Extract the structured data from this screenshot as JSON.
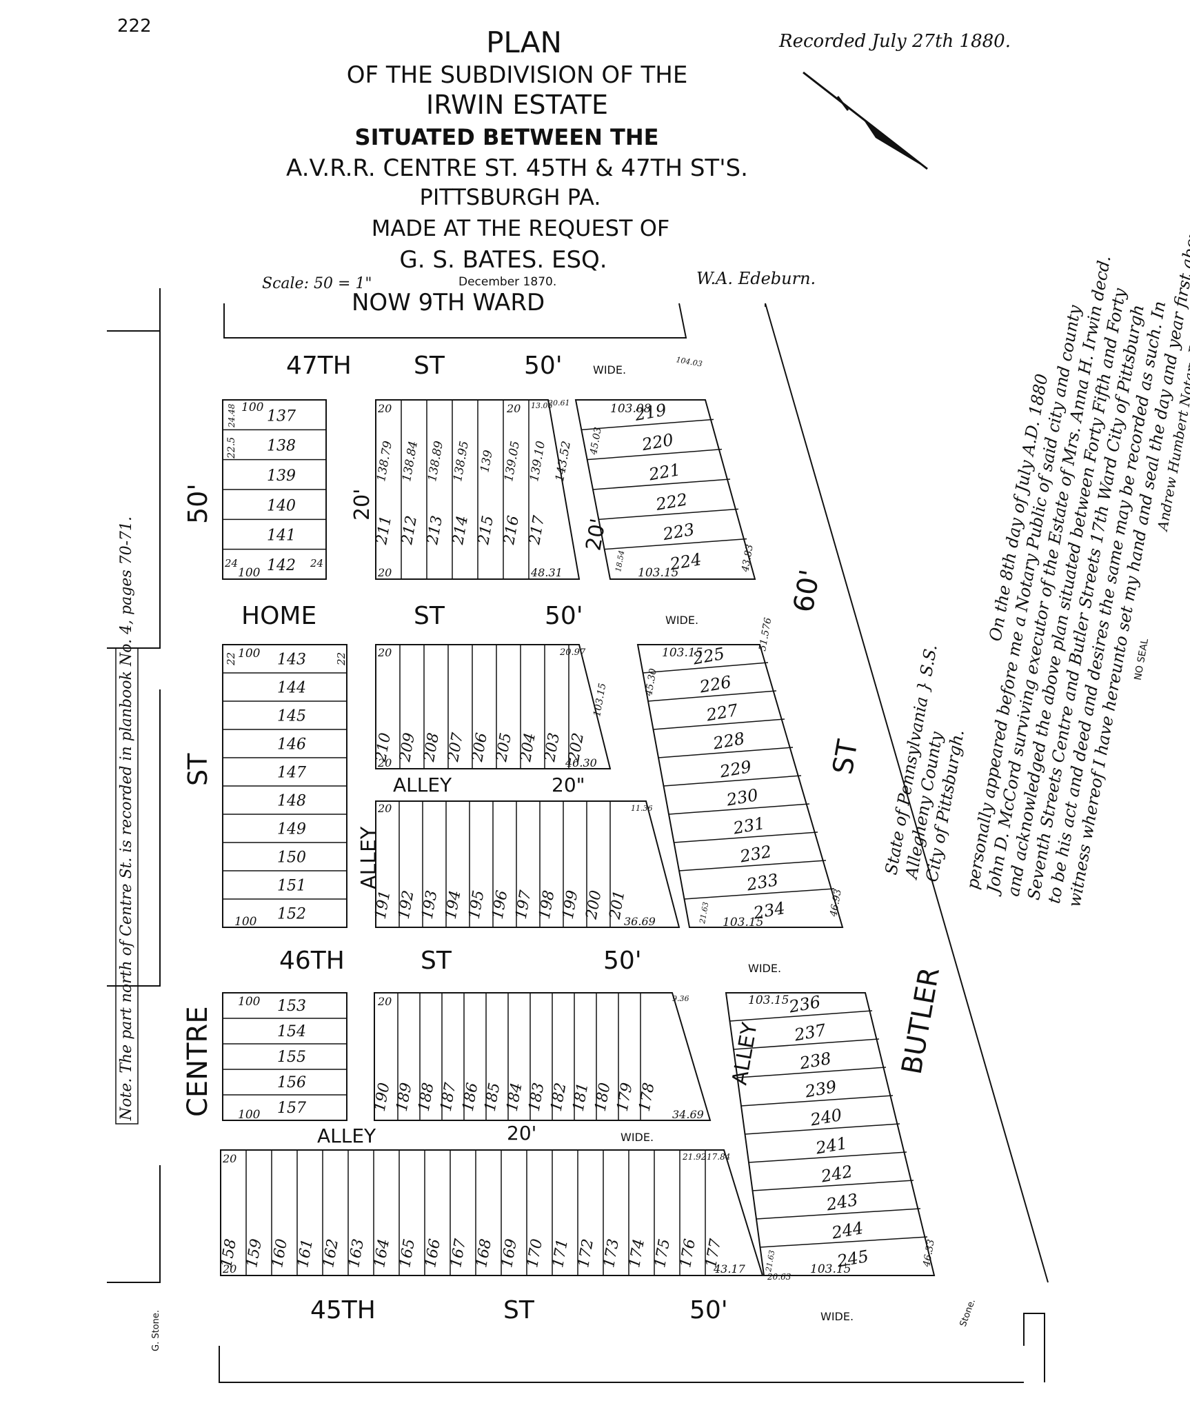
{
  "page_number": "222",
  "recorded": "Recorded July 27th 1880.",
  "title": {
    "l1": "PLAN",
    "l2": "OF THE SUBDIVISION OF THE",
    "l3": "IRWIN ESTATE",
    "l4": "SITUATED BETWEEN THE",
    "l5": "A.V.R.R. CENTRE ST. 45TH & 47TH ST'S.",
    "l6": "PITTSBURGH PA.",
    "l7": "MADE AT THE REQUEST OF",
    "l8": "G. S. BATES. ESQ."
  },
  "scale": "Scale: 50 = 1\"",
  "date": "December 1870.",
  "surveyor": "W.A. Edeburn.",
  "ward_stamp": "NOW 9TH WARD",
  "streets": {
    "st47": "47TH",
    "st47_st": "ST",
    "st47_w": "50'",
    "st47_wide": "WIDE.",
    "home": "HOME",
    "home_st": "ST",
    "home_w": "50'",
    "home_wide": "WIDE.",
    "st46": "46TH",
    "st46_st": "ST",
    "st46_w": "50'",
    "st46_wide": "WIDE.",
    "st45": "45TH",
    "st45_st": "ST",
    "st45_w": "50'",
    "st45_wide": "WIDE.",
    "centre_w": "50'",
    "centre_st": "ST",
    "centre": "CENTRE",
    "butler_w": "60'",
    "butler_st": "ST",
    "butler": "BUTLER",
    "alley_mid": "ALLEY",
    "alley_mid_w": "20\"",
    "alley_low": "ALLEY",
    "alley_low_w": "20'",
    "alley_low_wide": "WIDE.",
    "alley_v1": "ALLEY",
    "alley_v2": "ALLEY",
    "alley_top_w": "20'",
    "alley_mid_v_w": "20'"
  },
  "note": "Note. The part north of Centre St. is recorded in planbook No. 4, pages 70-71.",
  "lots": {
    "a": [
      "137",
      "138",
      "139",
      "140",
      "141",
      "142"
    ],
    "b": [
      "211",
      "212",
      "213",
      "214",
      "215",
      "216",
      "217"
    ],
    "b_dims": [
      "138.79",
      "138.84",
      "138.89",
      "138.95",
      "139",
      "139.05",
      "139.10",
      "143.52"
    ],
    "c": [
      "219",
      "220",
      "221",
      "222",
      "223",
      "224"
    ],
    "d": [
      "143",
      "144",
      "145",
      "146",
      "147",
      "148",
      "149",
      "150",
      "151",
      "152"
    ],
    "e": [
      "210",
      "209",
      "208",
      "207",
      "206",
      "205",
      "204",
      "203",
      "202"
    ],
    "f": [
      "225",
      "226",
      "227",
      "228",
      "229",
      "230",
      "231",
      "232",
      "233",
      "234"
    ],
    "g": [
      "191",
      "192",
      "193",
      "194",
      "195",
      "196",
      "197",
      "198",
      "199",
      "200",
      "201"
    ],
    "h": [
      "153",
      "154",
      "155",
      "156",
      "157"
    ],
    "i": [
      "190",
      "189",
      "188",
      "187",
      "186",
      "185",
      "184",
      "183",
      "182",
      "181",
      "180",
      "179",
      "178"
    ],
    "j": [
      "236",
      "237",
      "238",
      "239",
      "240",
      "241",
      "242",
      "243",
      "244",
      "245"
    ],
    "k": [
      "158",
      "159",
      "160",
      "161",
      "162",
      "163",
      "164",
      "165",
      "166",
      "167",
      "168",
      "169",
      "170",
      "171",
      "172",
      "173",
      "174",
      "175",
      "176",
      "177"
    ]
  },
  "dims": {
    "d100": "100",
    "d20": "20",
    "d22": "22",
    "d24": "24",
    "d225": "22.5",
    "d24_48": "24.48",
    "d103_08": "103.08",
    "d103_15": "103.15",
    "d48_31": "48.31",
    "d45_03": "45.03",
    "d43_83": "43.83",
    "d18_54": "18.54",
    "d20_61": "20.61",
    "d13_06": "13.06",
    "d20_97": "20.97",
    "d46_30": "46.30",
    "d36_69": "36.69",
    "d11_36": "11.36",
    "d34_69": "34.69",
    "d9_36": "9.36",
    "d45_30": "45.30",
    "d21_63": "21.63",
    "d46_93": "46.93",
    "d51_576": "51.576",
    "d21_92": "21.92",
    "d17_84": "17.84",
    "d43_17": "43.17",
    "d20_63": "20.63",
    "d46_33": "46.33",
    "d104_03": "104.03",
    "quote": "\""
  },
  "certificate": {
    "l1": "State of Pennsylvania } S.S.",
    "l2": "Allegheny County",
    "l3": "City of Pittsburgh.",
    "l4": "On the 8th day of July A.D. 1880",
    "l5": "personally appeared before me a Notary Public of said city and county",
    "l6": "John D. McCord surviving executor of the Estate of Mrs. Anna H. Irwin decd.",
    "l7": "and acknowledged the above plan situated between Forty Fifth and Forty",
    "l8": "Seventh Streets Centre and Butler Streets 17th Ward City of Pittsburgh",
    "l9": "to be his act and deed and desires the same may be recorded as such. In",
    "l10": "witness whereof I have hereunto set my hand and seal the day and year first above written.",
    "l11": "Andrew Humbert Notary Public",
    "seal": "NO SEAL"
  },
  "stones": {
    "left": "G. Stone.",
    "right": "Stone."
  }
}
